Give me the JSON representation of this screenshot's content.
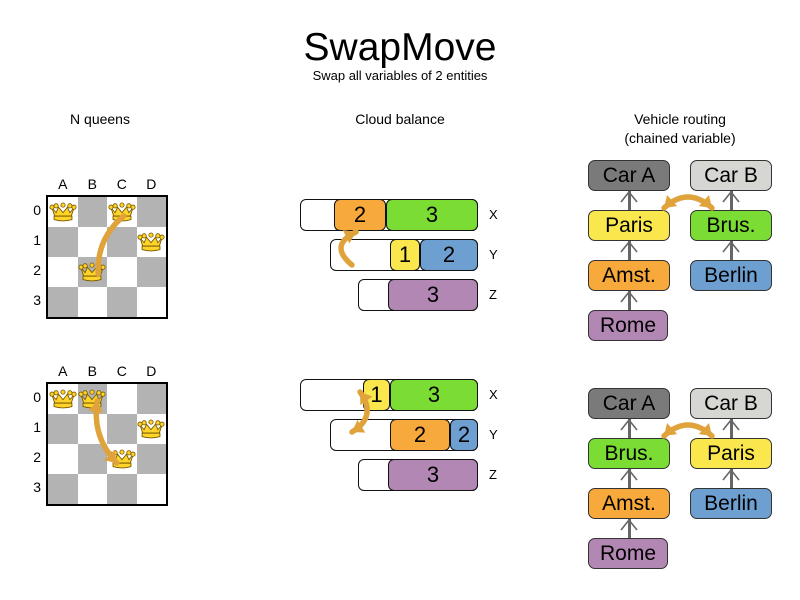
{
  "header": {
    "title": "SwapMove",
    "subtitle": "Swap all variables of 2 entities"
  },
  "colors": {
    "orange": "#F7A93B",
    "green": "#7BDD34",
    "yellow": "#F9E74D",
    "blue": "#6E9FD1",
    "purple": "#B287B3",
    "dark_gray": "#7A7A7A",
    "light_gray": "#D6D6D3",
    "board_dark": "#B3B3B3",
    "board_light": "#FFFFFF",
    "queen_gold": "#FFD42A",
    "swap_arrow": "#E0A33C",
    "chain_arrow": "#666666"
  },
  "sections": {
    "nqueens": {
      "title": "N queens",
      "columns": [
        "A",
        "B",
        "C",
        "D"
      ],
      "rows": [
        "0",
        "1",
        "2",
        "3"
      ],
      "before": {
        "queens": [
          {
            "col": "A",
            "row": "0"
          },
          {
            "col": "C",
            "row": "0"
          },
          {
            "col": "D",
            "row": "1"
          },
          {
            "col": "B",
            "row": "2"
          }
        ],
        "swap": {
          "from": {
            "col": "C",
            "row": "0"
          },
          "to": {
            "col": "B",
            "row": "2"
          }
        }
      },
      "after": {
        "queens": [
          {
            "col": "A",
            "row": "0"
          },
          {
            "col": "B",
            "row": "0"
          },
          {
            "col": "D",
            "row": "1"
          },
          {
            "col": "C",
            "row": "2"
          }
        ],
        "swap": {
          "from": {
            "col": "B",
            "row": "0"
          },
          "to": {
            "col": "C",
            "row": "2"
          }
        }
      }
    },
    "cloudbalance": {
      "title": "Cloud balance",
      "before": {
        "rows": [
          {
            "label": "X",
            "segments": [
              {
                "value": "2",
                "color": "#F7A93B"
              },
              {
                "value": "3",
                "color": "#7BDD34"
              }
            ]
          },
          {
            "label": "Y",
            "segments": [
              {
                "value": "1",
                "color": "#F9E74D"
              },
              {
                "value": "2",
                "color": "#6E9FD1"
              }
            ]
          },
          {
            "label": "Z",
            "segments": [
              {
                "value": "3",
                "color": "#B287B3"
              }
            ]
          }
        ]
      },
      "after": {
        "rows": [
          {
            "label": "X",
            "segments": [
              {
                "value": "1",
                "color": "#F9E74D"
              },
              {
                "value": "3",
                "color": "#7BDD34"
              }
            ]
          },
          {
            "label": "Y",
            "segments": [
              {
                "value": "2",
                "color": "#F7A93B"
              },
              {
                "value": "2",
                "color": "#6E9FD1"
              }
            ]
          },
          {
            "label": "Z",
            "segments": [
              {
                "value": "3",
                "color": "#B287B3"
              }
            ]
          }
        ]
      }
    },
    "vehiclerouting": {
      "title_line1": "Vehicle routing",
      "title_line2": "(chained variable)",
      "before": {
        "chain_a": [
          "Car A",
          "Paris",
          "Amst.",
          "Rome"
        ],
        "chain_b": [
          "Car B",
          "Brus.",
          "Berlin"
        ],
        "swap": [
          "Paris",
          "Brus."
        ]
      },
      "after": {
        "chain_a": [
          "Car A",
          "Brus.",
          "Amst.",
          "Rome"
        ],
        "chain_b": [
          "Car B",
          "Paris",
          "Berlin"
        ],
        "swap": [
          "Brus.",
          "Paris"
        ]
      }
    }
  }
}
